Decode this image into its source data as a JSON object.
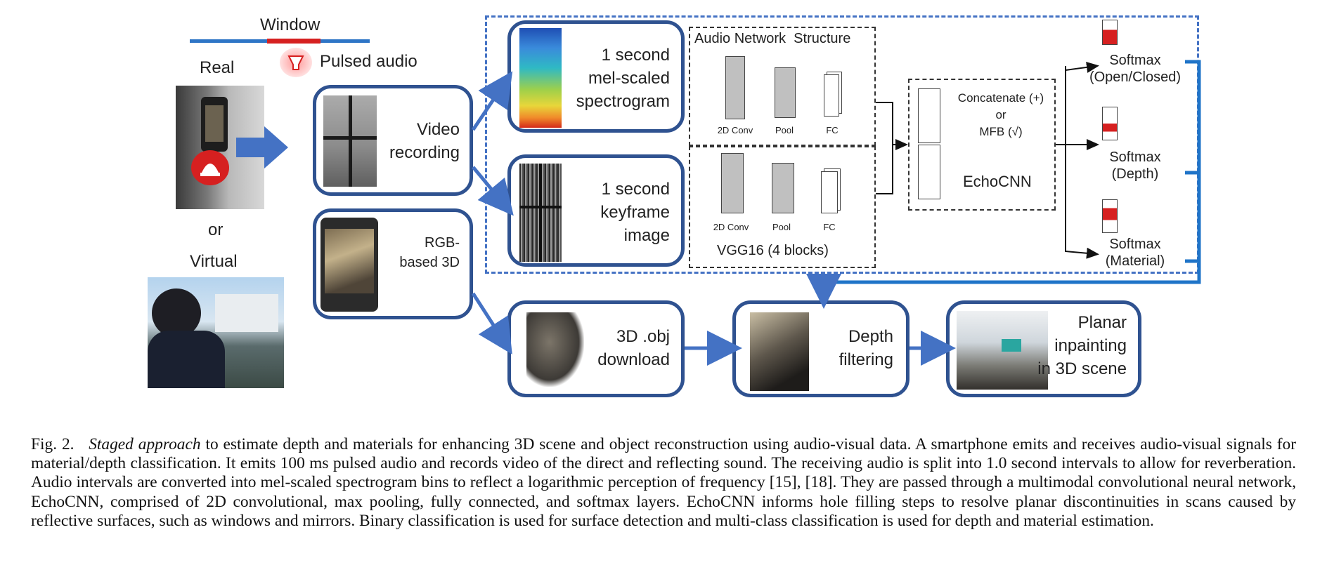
{
  "figure": {
    "window_label": "Window",
    "pulsed_audio_label": "Pulsed audio",
    "real_label": "Real",
    "or_label": "or",
    "virtual_label": "Virtual",
    "video_recording_label": "Video\nrecording",
    "rgb_3d_label": "RGB-\nbased 3D",
    "spectrogram_label": "1 second\nmel-scaled\nspectrogram",
    "keyframe_label": "1 second\nkeyframe\nimage",
    "audio_network_title": "Audio Network  Structure",
    "vgg_title": "VGG16 (4 blocks)",
    "block_conv": "2D Conv",
    "block_pool": "Pool",
    "block_fc": "FC",
    "fusion_label": "Concatenate (+)\nor\nMFB (√)",
    "echocnn_label": "EchoCNN",
    "softmax_outputs": [
      {
        "label": "Softmax\n(Open/Closed)"
      },
      {
        "label": "Softmax\n(Depth)"
      },
      {
        "label": "Softmax\n(Material)"
      }
    ],
    "obj_download_label": "3D .obj\ndownload",
    "depth_filtering_label": "Depth\nfiltering",
    "inpainting_label": "Planar\ninpainting\nin 3D scene",
    "colors": {
      "box_border": "#2f5290",
      "arrow": "#4472c4",
      "softmax_line": "#1f74c8",
      "alert_red": "#d62020"
    }
  },
  "caption": {
    "prefix": "Fig. 2.",
    "emphasis": "Staged approach",
    "text": " to estimate depth and materials for enhancing 3D scene and object reconstruction using audio-visual data. A smartphone emits and receives audio-visual signals for material/depth classification. It emits 100 ms pulsed audio and records video of the direct and reflecting sound. The receiving audio is split into 1.0 second intervals to allow for reverberation. Audio intervals are converted into mel-scaled spectrogram bins to reflect a logarithmic perception of frequency [15], [18]. They are passed through a multimodal convolutional neural network, EchoCNN, comprised of 2D convolutional, max pooling, fully connected, and softmax layers. EchoCNN informs hole filling steps to resolve planar discontinuities in scans caused by reflective surfaces, such as windows and mirrors. Binary classification is used for surface detection and multi-class classification is used for depth and material estimation."
  }
}
